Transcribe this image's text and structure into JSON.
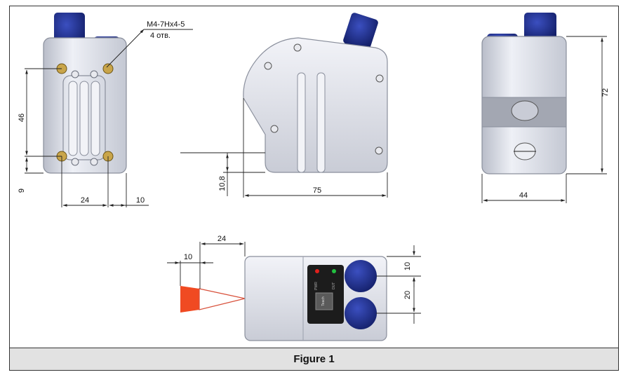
{
  "caption": "Figure 1",
  "annotations": {
    "thread_spec": "M4-7Hx4-5",
    "hole_count": "4 отв."
  },
  "dimensions": {
    "front": {
      "height_46": "46",
      "offset_9": "9",
      "width_24": "24",
      "edge_10": "10"
    },
    "side": {
      "height_10_8": "10,8",
      "length_75": "75"
    },
    "rear": {
      "height_72": "72",
      "width_44": "44"
    },
    "top": {
      "beam_24": "24",
      "beam_10": "10",
      "pitch_10": "10",
      "pitch_20": "20"
    }
  },
  "labels": {
    "panel_led_left": "PWR",
    "panel_led_right": "OUT",
    "panel_window": "Teach"
  },
  "colors": {
    "body": "#d9dce6",
    "connector": "#1e2e8c",
    "panel": "#1c1c1c",
    "beam": "#f04a22",
    "led_red": "#e0201c",
    "led_green": "#22c040"
  }
}
